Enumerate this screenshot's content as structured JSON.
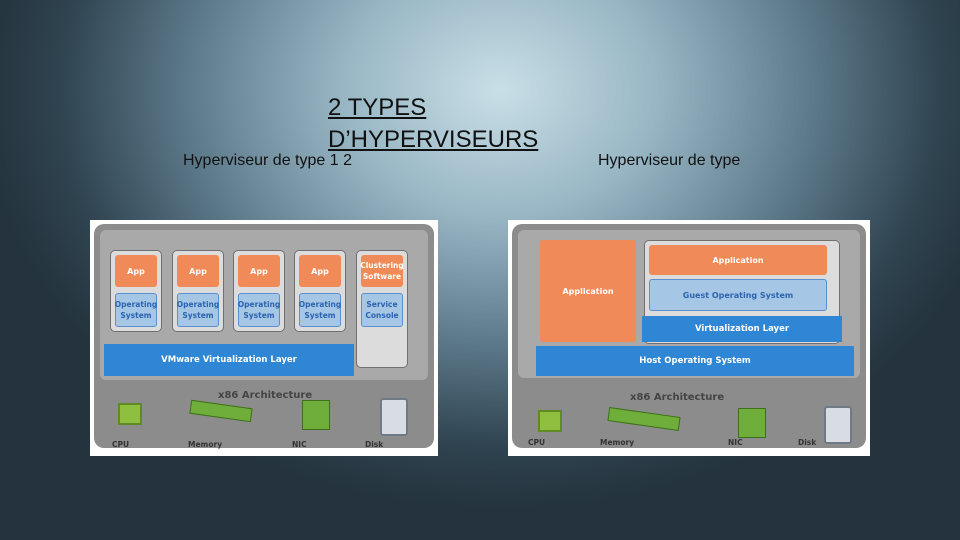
{
  "title": "2 TYPES D’HYPERVISEURS",
  "labels": {
    "left": "Hyperviseur de type 1 2",
    "right": "Hyperviseur de type"
  },
  "diagram1": {
    "apps": [
      "App",
      "App",
      "App",
      "App"
    ],
    "clustering": "Clustering Software",
    "os": "Operating System",
    "service_console": "Service Console",
    "virtualization_layer": "VMware Virtualization Layer",
    "architecture": "x86 Architecture",
    "hardware": [
      "CPU",
      "Memory",
      "NIC",
      "Disk"
    ]
  },
  "diagram2": {
    "host_application": "Application",
    "guest_application": "Application",
    "guest_os": "Guest Operating System",
    "virtualization_layer": "Virtualization Layer",
    "host_os": "Host Operating System",
    "architecture": "x86 Architecture",
    "hardware": [
      "CPU",
      "Memory",
      "NIC",
      "Disk"
    ]
  },
  "colors": {
    "app": "#f08a58",
    "os": "#a6c6e6",
    "layer": "#2e86d4",
    "frame": "#8c8c8c"
  }
}
